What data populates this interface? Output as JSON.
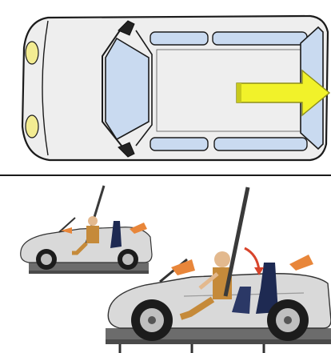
{
  "figure": {
    "top_view": {
      "subject": "van-top-view",
      "arrow_direction": "right",
      "colors": {
        "body": "#eeeeee",
        "outline": "#1b1b1b",
        "glass": "#c9daf0",
        "headlight": "#f3ec92",
        "arrow": "#f1f22a",
        "mirror": "#222222"
      }
    },
    "side_views": {
      "subject": "convertible-crash-test-sled",
      "count": 2,
      "colors": {
        "car_body": "#d9d9d9",
        "tire": "#1c1c1c",
        "rim": "#bfbfbf",
        "seat": "#1e2a52",
        "dummy_skin": "#e3b98e",
        "dummy_clothes": "#c58a3a",
        "pole": "#3a3a3a",
        "motion_arrow": "#d8442b",
        "hand_marker": "#e8863a",
        "sled": "#6c6c6c"
      }
    }
  }
}
